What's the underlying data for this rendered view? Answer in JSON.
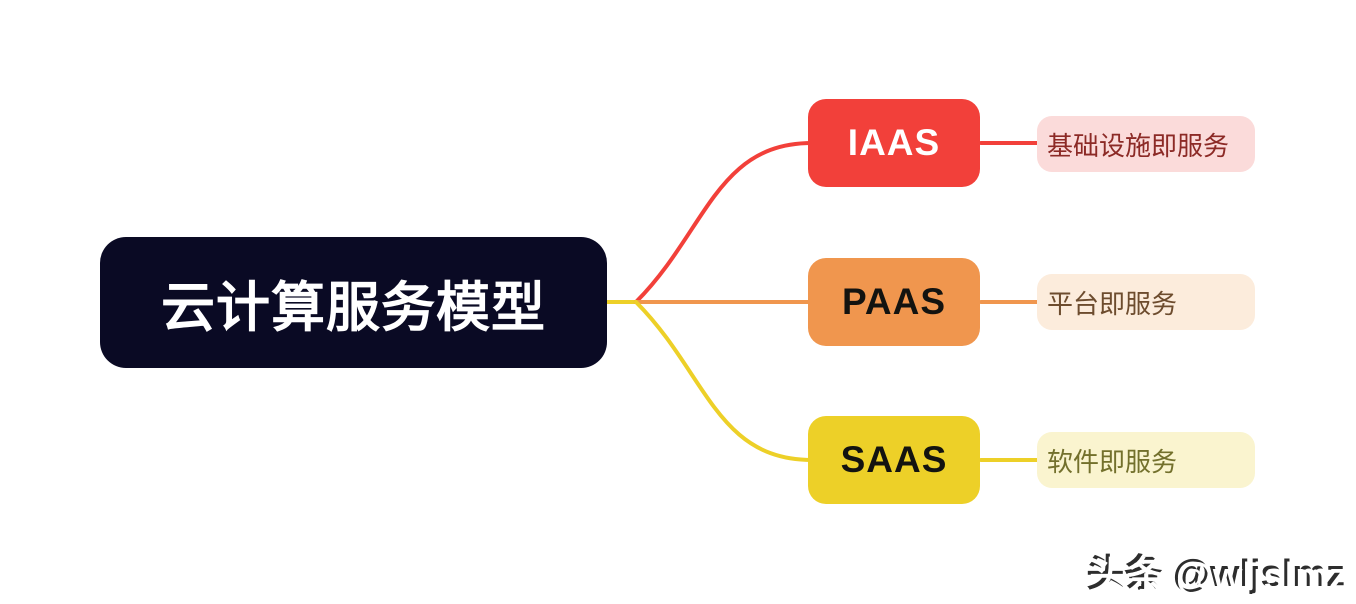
{
  "diagram": {
    "title_node": {
      "label": "云计算服务模型"
    },
    "colors": {
      "background": "#ffffff",
      "root_bg": "#0a0a24",
      "root_text": "#ffffff"
    },
    "branches": [
      {
        "id": "iaas",
        "label": "IAAS",
        "description": "基础设施即服务",
        "node_color": "#f2403a",
        "node_text_color": "#ffffff",
        "desc_bg": "#fbdbda",
        "desc_text_color": "#8c2a26"
      },
      {
        "id": "paas",
        "label": "PAAS",
        "description": "平台即服务",
        "node_color": "#f0964e",
        "node_text_color": "#131310",
        "desc_bg": "#fcecdc",
        "desc_text_color": "#6d4c2e"
      },
      {
        "id": "saas",
        "label": "SAAS",
        "description": "软件即服务",
        "node_color": "#edd028",
        "node_text_color": "#131310",
        "desc_bg": "#faf4cf",
        "desc_text_color": "#73702c"
      }
    ]
  },
  "watermark": {
    "text": "头条 @wljslmz"
  }
}
